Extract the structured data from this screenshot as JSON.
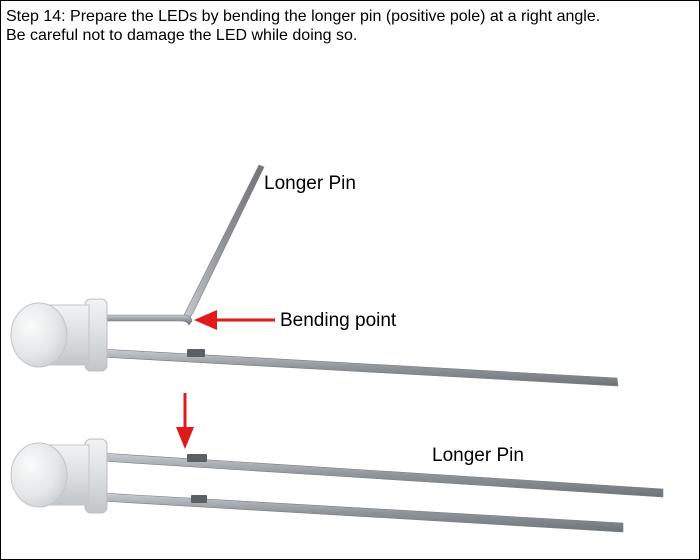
{
  "caption": {
    "line1": "Step 14: Prepare the LEDs by bending the longer pin (positive pole) at a right angle.",
    "line2": "Be careful not to damage the LED while doing so."
  },
  "labels": {
    "top_longer_pin": "Longer Pin",
    "bending_point": "Bending point",
    "bottom_longer_pin": "Longer Pin"
  },
  "colors": {
    "arrow": "#e01a1a",
    "lead": "#9ea3a8",
    "led_body": "#e8e8e8"
  }
}
